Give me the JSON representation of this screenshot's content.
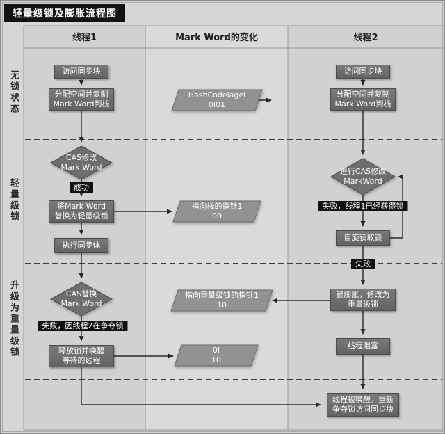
{
  "title": "轻量级锁及膨胀流程图",
  "columns": [
    {
      "label": "线程1"
    },
    {
      "label": "Mark Word的变化"
    },
    {
      "label": "线程2"
    }
  ],
  "lanes": [
    {
      "label": "无锁状态"
    },
    {
      "label": "轻量级锁"
    },
    {
      "label": "升级为重量级锁"
    }
  ],
  "thread1": {
    "access_sync": "访问同步块",
    "alloc_copy": "分配空间并复制\nMark Word到栈",
    "cas_modify": "CAS修改\nMark Word",
    "success_tag": "成功",
    "replace_lightweight": "将Mark Word\n替换为轻量级锁",
    "exec_sync": "执行同步体",
    "cas_replace": "CAS替换\nMark Word",
    "fail_tag": "失败，因线程2在争夺锁",
    "release_wake": "释放锁并唤醒\n等待的线程"
  },
  "markword": {
    "state_hashcode": "HashCodelagel\n0I01",
    "state_stack_ptr": "指向栈的指针1\n00",
    "state_heavy_ptr": "指向重量级锁的指针1\n10",
    "state_final": "0I\n10"
  },
  "thread2": {
    "access_sync": "访问同步块",
    "alloc_copy": "分配空间并复制\nMark Word到栈",
    "cas_modify": "进行CAS修改\nMarkWord",
    "fail_tag_acquired": "失败，线程1已经获得锁",
    "spin": "自旋获取锁",
    "fail_tag": "失败",
    "inflate": "锁膨胀，修改为\n重量级锁",
    "blocked": "线程阻塞",
    "woken": "线程被唤醒，重新\n争夺锁访问同步块"
  },
  "colors": {
    "canvas_bg": "#d6d6d6",
    "node_fill": "#6e6e6e",
    "node_border": "#4d4d4d",
    "parallelogram_fill": "#929292",
    "tag_bg": "#111111",
    "text_on_node": "#ffffff",
    "connector_line": "#2b2b2b",
    "grid_line": "#9a9a9a"
  }
}
